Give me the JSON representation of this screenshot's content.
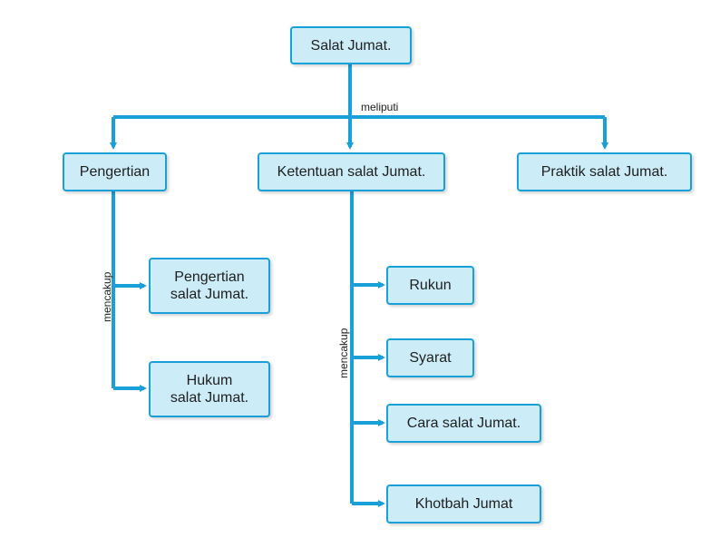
{
  "colors": {
    "line": "#1aa0d8",
    "box_fill": "#ccecf8",
    "box_border": "#1aa0d8"
  },
  "nodes": {
    "root": "Salat Jumat.",
    "pengertian": "Pengertian",
    "ketentuan": "Ketentuan salat Jumat.",
    "praktik": "Praktik salat Jumat.",
    "pengertian_salat": [
      "Pengertian",
      "salat Jumat."
    ],
    "hukum_salat": [
      "Hukum",
      "salat Jumat."
    ],
    "rukun": "Rukun",
    "syarat": "Syarat",
    "cara": "Cara salat Jumat.",
    "khotbah": "Khotbah Jumat"
  },
  "labels": {
    "meliputi": "meliputi",
    "mencakup_left": "mencakup",
    "mencakup_right": "mencakup"
  }
}
